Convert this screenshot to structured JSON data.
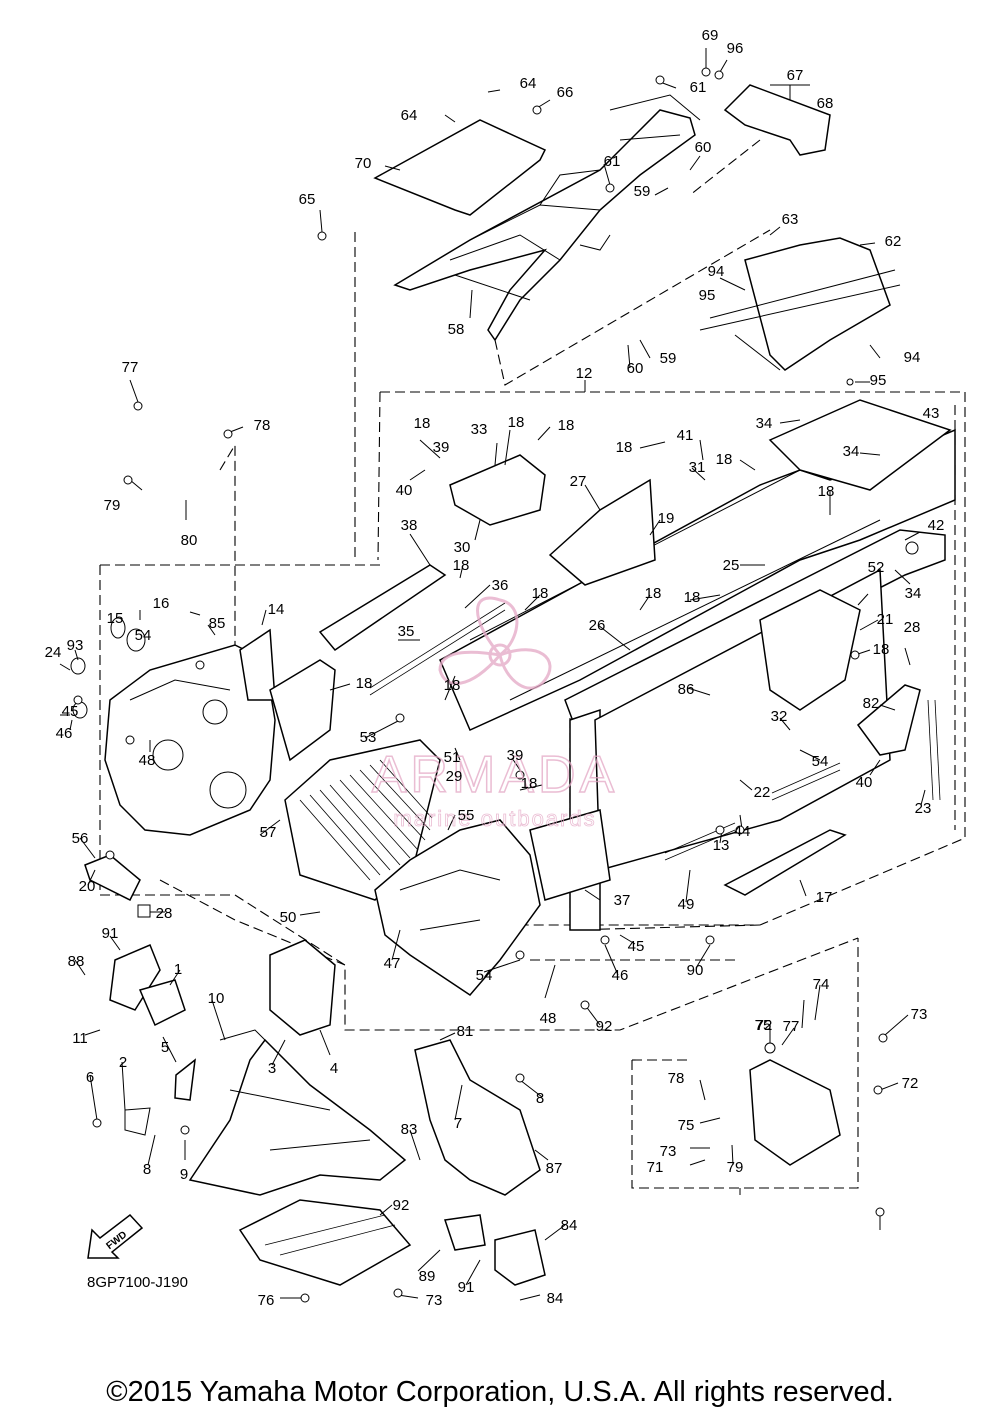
{
  "diagram_code": "8GP7100-J190",
  "fwd_label": "FWD",
  "watermark": {
    "brand": "ARMADA",
    "tagline": "marine outboards",
    "color": "#e4a7c5"
  },
  "copyright": "©2015 Yamaha Motor Corporation, U.S.A. All rights reserved.",
  "callouts": [
    "69",
    "96",
    "67",
    "68",
    "64",
    "64",
    "66",
    "61",
    "61",
    "60",
    "70",
    "59",
    "65",
    "58",
    "63",
    "62",
    "94",
    "95",
    "59",
    "60",
    "94",
    "95",
    "12",
    "77",
    "78",
    "79",
    "80",
    "18",
    "33",
    "18",
    "18",
    "39",
    "40",
    "30",
    "18",
    "41",
    "31",
    "18",
    "27",
    "19",
    "18",
    "34",
    "43",
    "34",
    "42",
    "34",
    "38",
    "18",
    "36",
    "18",
    "18",
    "18",
    "25",
    "52",
    "14",
    "16",
    "15",
    "54",
    "85",
    "93",
    "24",
    "35",
    "26",
    "18",
    "21",
    "28",
    "18",
    "18",
    "86",
    "82",
    "45",
    "46",
    "48",
    "53",
    "51",
    "39",
    "29",
    "32",
    "40",
    "23",
    "54",
    "22",
    "18",
    "44",
    "13",
    "57",
    "55",
    "56",
    "20",
    "28",
    "37",
    "49",
    "17",
    "50",
    "45",
    "47",
    "54",
    "48",
    "46",
    "92",
    "90",
    "88",
    "91",
    "1",
    "11",
    "10",
    "3",
    "4",
    "5",
    "2",
    "6",
    "8",
    "9",
    "81",
    "7",
    "8",
    "83",
    "87",
    "92",
    "89",
    "91",
    "84",
    "84",
    "76",
    "73",
    "75",
    "72",
    "77",
    "74",
    "73",
    "78",
    "75",
    "72",
    "73",
    "71",
    "79"
  ]
}
